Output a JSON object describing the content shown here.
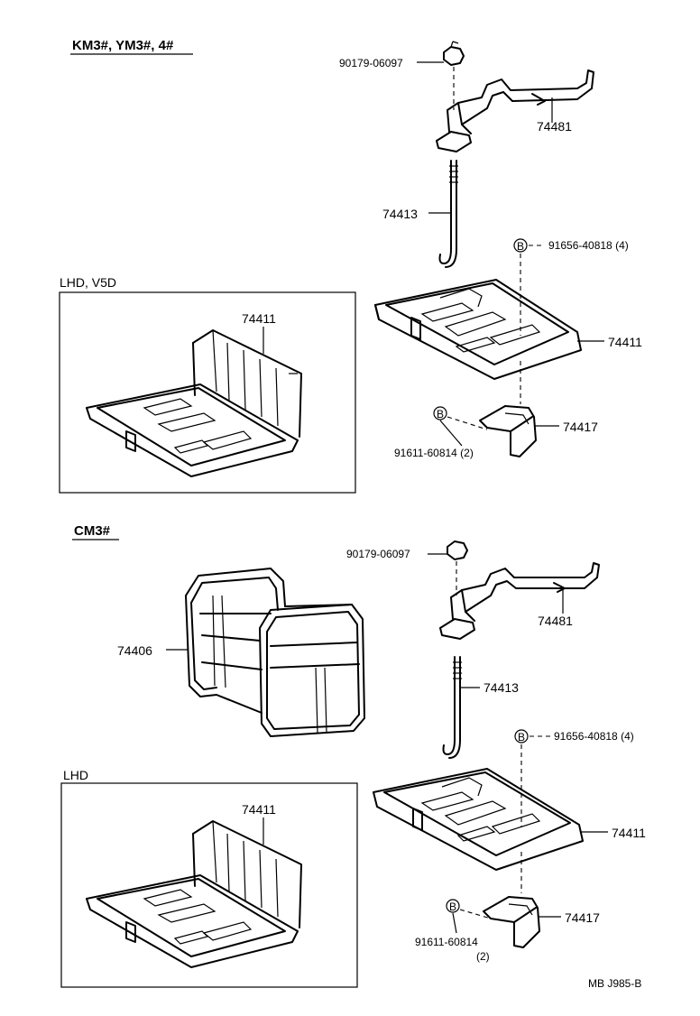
{
  "sections": {
    "top": {
      "heading": "KM3#, YM3#, 4#",
      "variant_heading": "LHD, V5D",
      "labels": {
        "nut": "90179-06097",
        "clamp": "74481",
        "rod": "74413",
        "bolt": "91656-40818 (4)",
        "tray_main": "74411",
        "tray_variant": "74411",
        "bracket": "74417",
        "bracket_bolt": "91611-60814 (2)",
        "marker_b1": "B",
        "marker_b2": "B"
      }
    },
    "bottom": {
      "heading": "CM3#",
      "variant_heading": "LHD",
      "labels": {
        "nut": "90179-06097",
        "clamp": "74481",
        "carrier": "74406",
        "rod": "74413",
        "bolt": "91656-40818 (4)",
        "tray_main": "74411",
        "tray_variant": "74411",
        "bracket": "74417",
        "bracket_bolt": "91611-60814",
        "bracket_bolt_qty": "(2)",
        "marker_b1": "B",
        "marker_b2": "B"
      }
    }
  },
  "footer": {
    "code": "MB  J985-B"
  }
}
